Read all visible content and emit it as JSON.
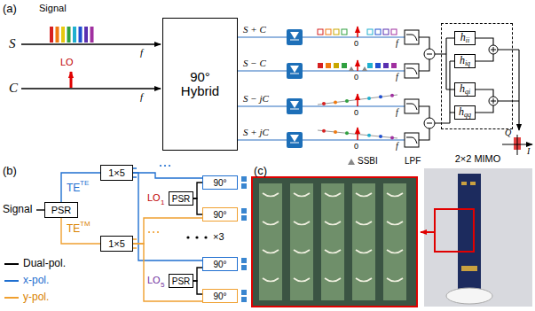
{
  "diagram": {
    "nodes": [
      {
        "text": [
          "90° Hybrid"
        ]
      },
      {
        "text": [
          "2×2 MIMO"
        ]
      },
      {
        "text": [
          "h",
          "ii"
        ],
        "in": 1
      },
      {
        "text": [
          "h",
          "iq"
        ],
        "in": 1
      },
      {
        "text": [
          "h",
          "qi"
        ],
        "in": 1
      },
      {
        "text": [
          "h",
          "qq"
        ],
        "in": 1
      },
      {
        "text": [
          "PSR"
        ]
      },
      {
        "text": [
          "1×5"
        ]
      },
      {
        "text": [
          "1×5"
        ]
      },
      {
        "text": [
          "PSR"
        ]
      },
      {
        "text": [
          "90°"
        ]
      },
      {
        "text": [
          "90°"
        ]
      },
      {
        "text": [
          "PSR"
        ]
      },
      {
        "text": [
          "90°"
        ]
      },
      {
        "text": [
          "90°"
        ]
      }
    ],
    "edges": [
      {
        "from": 6,
        "to": 7,
        "arrow": "none",
        "label": "TE"
      },
      {
        "from": 6,
        "to": 8,
        "arrow": "none",
        "label": "TE"
      },
      {
        "from": 7,
        "to": 10,
        "arrow": "none"
      },
      {
        "from": 7,
        "to": 13,
        "arrow": "none"
      },
      {
        "from": 8,
        "to": 11,
        "arrow": "none"
      },
      {
        "from": 8,
        "to": 14,
        "arrow": "none"
      },
      {
        "from": 9,
        "to": 10,
        "arrow": "none"
      },
      {
        "from": 9,
        "to": 11,
        "arrow": "none"
      },
      {
        "from": 12,
        "to": 13,
        "arrow": "none"
      },
      {
        "from": 12,
        "to": 14,
        "arrow": "none"
      }
    ],
    "labels": [
      "(a)",
      "Signal",
      "S",
      "f",
      "C",
      "LO",
      "f",
      "S + C",
      "S − C",
      "S − jC",
      "S + jC",
      "0",
      "f",
      "0",
      "f",
      "0",
      "f",
      "0",
      "f",
      "SSBI",
      "LPF",
      "Q",
      "I",
      "(b)",
      "Signal",
      "TE",
      "TM",
      "LO",
      "1",
      "×3",
      "LO",
      "5",
      "(c)"
    ],
    "legend": [
      {
        "text": "Dual-pol."
      },
      {
        "text": "x-pol."
      },
      {
        "text": "y-pol."
      }
    ]
  }
}
